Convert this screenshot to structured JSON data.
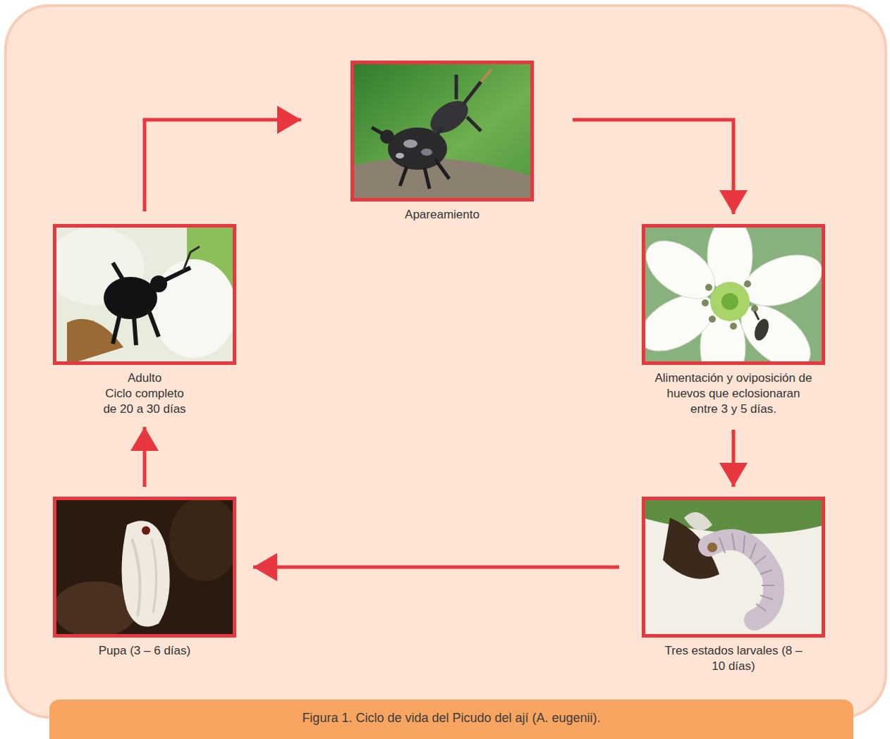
{
  "diagram": {
    "caption": "Figura 1. Ciclo de vida del Picudo del ají (A. eugenii).",
    "nodes": [
      {
        "text": [
          "Apareamiento"
        ]
      },
      {
        "text": [
          "Alimentación y oviposición de huevos que eclosionaran entre 3 y 5 días."
        ]
      },
      {
        "text": [
          "Tres estados larvales (8 – 10 días)"
        ]
      },
      {
        "text": [
          "Pupa (3 – 6 días)"
        ]
      },
      {
        "text": [
          "Adulto",
          "Ciclo completo de 20 a 30 días"
        ]
      }
    ],
    "edges": [
      {
        "from": 0,
        "to": 1,
        "arrow": "to"
      },
      {
        "from": 1,
        "to": 2,
        "arrow": "to"
      },
      {
        "from": 2,
        "to": 3,
        "arrow": "to"
      },
      {
        "from": 3,
        "to": 4,
        "arrow": "to"
      },
      {
        "from": 4,
        "to": 0,
        "arrow": "to"
      }
    ]
  }
}
